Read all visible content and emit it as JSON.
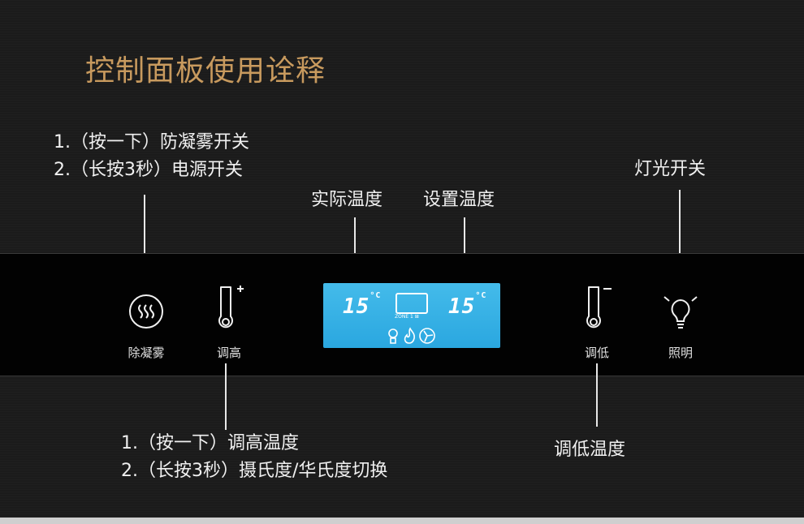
{
  "title": "控制面板使用诠释",
  "annotations": {
    "defog_line1": "1.（按一下）防凝雾开关",
    "defog_line2": "2.（长按3秒）电源开关",
    "light": "灯光开关",
    "actual_temp": "实际温度",
    "set_temp": "设置温度",
    "up_line1": "1.（按一下）调高温度",
    "up_line2": "2.（长按3秒）摄氏度/华氏度切换",
    "down": "调低温度"
  },
  "controls": {
    "defog": "除凝雾",
    "temp_up": "调高",
    "temp_down": "调低",
    "light": "照明"
  },
  "display": {
    "actual_value": "15",
    "set_value": "15",
    "unit": "°C",
    "zone_label": "ZONE 1 ⊞"
  },
  "colors": {
    "title": "#c89a5e",
    "lcd": "#2aa7e0",
    "background": "#1b1b1b"
  }
}
